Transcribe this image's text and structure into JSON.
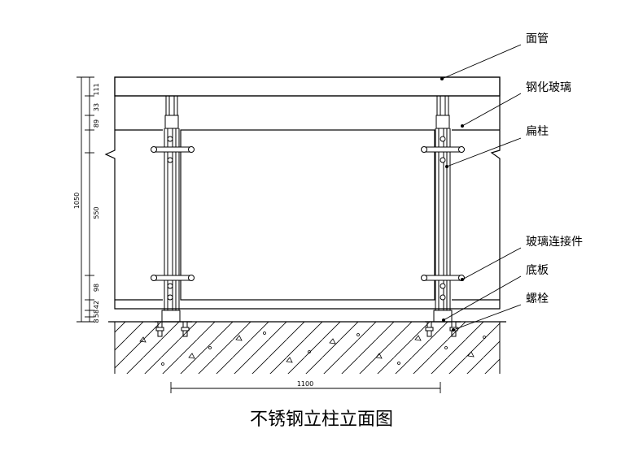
{
  "caption": "不锈钢立柱立面图",
  "labels": {
    "top_rail": "面管",
    "tempered_glass": "钢化玻璃",
    "flat_post": "扁柱",
    "glass_connector": "玻璃连接件",
    "base_plate": "底板",
    "bolt": "螺栓"
  },
  "dimensions": {
    "total_height": "1050",
    "seg_top": "111",
    "seg_a": "33",
    "seg_b": "89",
    "seg_mid": "550",
    "seg_c": "98",
    "seg_d": "42",
    "seg_e": "58",
    "seg_bottom": "8",
    "width": "1100"
  }
}
